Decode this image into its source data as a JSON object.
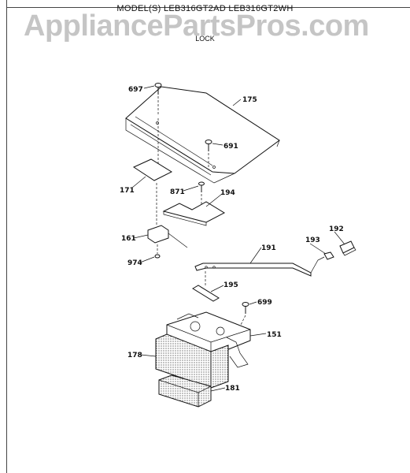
{
  "header": {
    "title": "MODEL(S) LEB316GT2AD  LEB316GT2WH",
    "watermark": "AppliancePartsPros.com",
    "section": "LOCK"
  },
  "callouts": [
    {
      "id": "697"
    },
    {
      "id": "175"
    },
    {
      "id": "691"
    },
    {
      "id": "171"
    },
    {
      "id": "871"
    },
    {
      "id": "194"
    },
    {
      "id": "161"
    },
    {
      "id": "191"
    },
    {
      "id": "193"
    },
    {
      "id": "192"
    },
    {
      "id": "974"
    },
    {
      "id": "195"
    },
    {
      "id": "699"
    },
    {
      "id": "151"
    },
    {
      "id": "178"
    },
    {
      "id": "181"
    }
  ]
}
